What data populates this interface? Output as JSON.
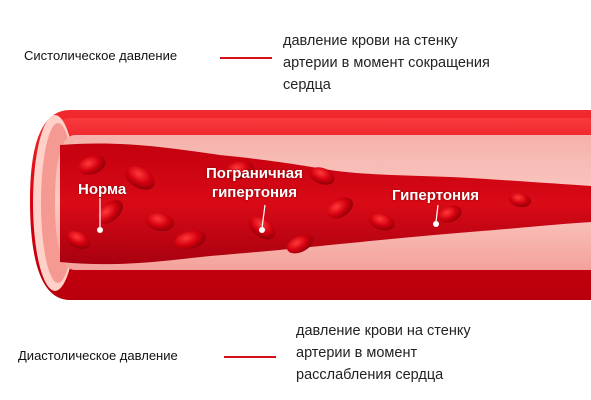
{
  "top": {
    "label": "Систолическое давление",
    "description": [
      "давление крови на стенку",
      "артерии в момент сокращения",
      "сердца"
    ]
  },
  "bottom": {
    "label": "Диастолическое давление",
    "description": [
      "давление крови на стенку",
      "артерии в момент",
      "расслабления сердца"
    ]
  },
  "zones": {
    "norm": "Норма",
    "borderline": [
      "Пограничная",
      "гипертония"
    ],
    "hypertension": "Гипертония"
  },
  "colors": {
    "wall_outer": "#c8000f",
    "wall_band": "#e5121c",
    "lumen_pink": "#f7a8a3",
    "blood": "#b30011",
    "connector": "#d6101a"
  }
}
